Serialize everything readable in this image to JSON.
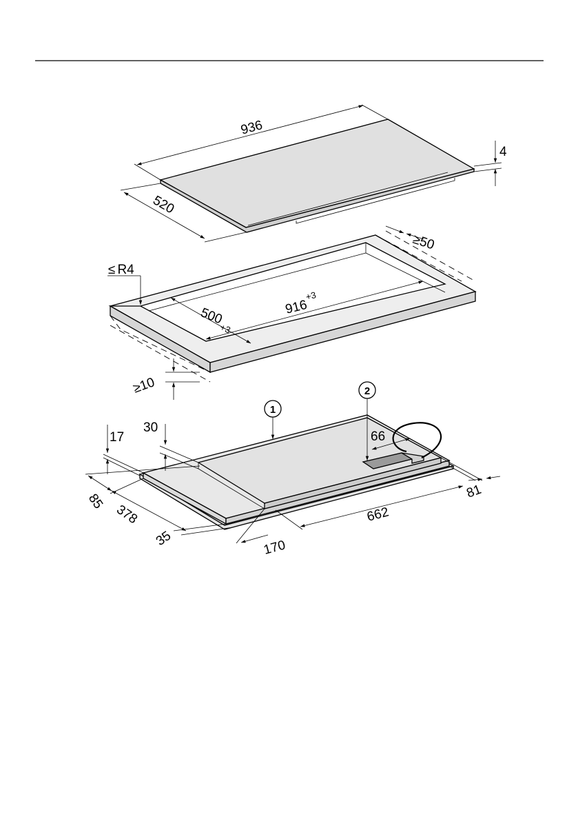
{
  "colors": {
    "panel": "#e0e0e0",
    "frame": "#eeeeee",
    "face": "#d6d6d6",
    "line": "#000000"
  },
  "hob": {
    "width": "936",
    "depth": "520",
    "thickness": "4"
  },
  "cutout": {
    "radius_prefix": "≤",
    "radius": "R4",
    "depth_value": "500",
    "depth_tol": "+3",
    "width_value": "916",
    "width_tol": "+3",
    "rear_gap_prefix": "≥",
    "rear_gap": "50",
    "worktop_prefix": "≥",
    "worktop": "10"
  },
  "underside": {
    "callout_1": "1",
    "callout_2": "2",
    "dim_17": "17",
    "dim_30": "30",
    "dim_66": "66",
    "dim_85": "85",
    "dim_378": "378",
    "dim_35": "35",
    "dim_170": "170",
    "dim_662": "662",
    "dim_81": "81"
  }
}
